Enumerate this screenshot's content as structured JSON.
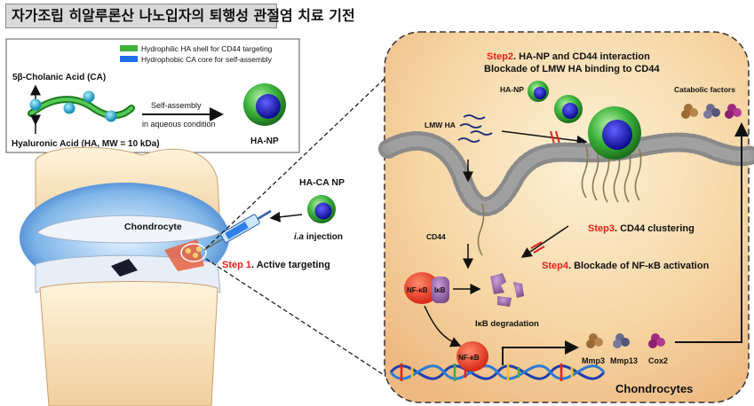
{
  "title": "자가조립 히알루론산 나노입자의 퇴행성 관절염 치료 기전",
  "legend": {
    "shell": "Hydrophilic HA shell for CD44 targeting",
    "core": "Hydrophobic CA core for self-assembly"
  },
  "synthesis": {
    "ca_label": "5β-Cholanic Acid (CA)",
    "ha_label": "Hyaluronic Acid (HA, MW = 10 kDa)",
    "arrow_line1": "Self-assembly",
    "arrow_line2": "in aqueous condition",
    "product": "HA-NP"
  },
  "joint": {
    "chondrocyte": "Chondrocyte",
    "np_label": "HA-CA NP",
    "injection_italic": "i.a",
    "injection_rest": " injection",
    "step1_num": "Step 1",
    "step1_text": ". Active targeting"
  },
  "cell": {
    "step2_num": "Step2",
    "step2_line1": ". HA-NP and CD44 interaction",
    "step2_line2": "Blockade of LMW HA binding to CD44",
    "hanp": "HA-NP",
    "lmwha": "LMW HA",
    "catabolic": "Catabolic factors",
    "cd44": "CD44",
    "step3_num": "Step3",
    "step3_text": ". CD44 clustering",
    "step4_num": "Step4",
    "step4_text": ". Blockade of NF-κB activation",
    "nfkb": "NF-κB",
    "ikb": "IκB",
    "ikb_degradation": "IκB degradation",
    "nfkb_dna": "NF-κB",
    "mmp3": "Mmp3",
    "mmp13": "Mmp13",
    "cox2": "Cox2",
    "chondrocytes": "Chondrocytes"
  },
  "colors": {
    "step_red": "#e8211b",
    "shell_green": "#3cb43c",
    "core_blue": "#1f1fd6",
    "legend_blue": "#1e6ff0"
  }
}
